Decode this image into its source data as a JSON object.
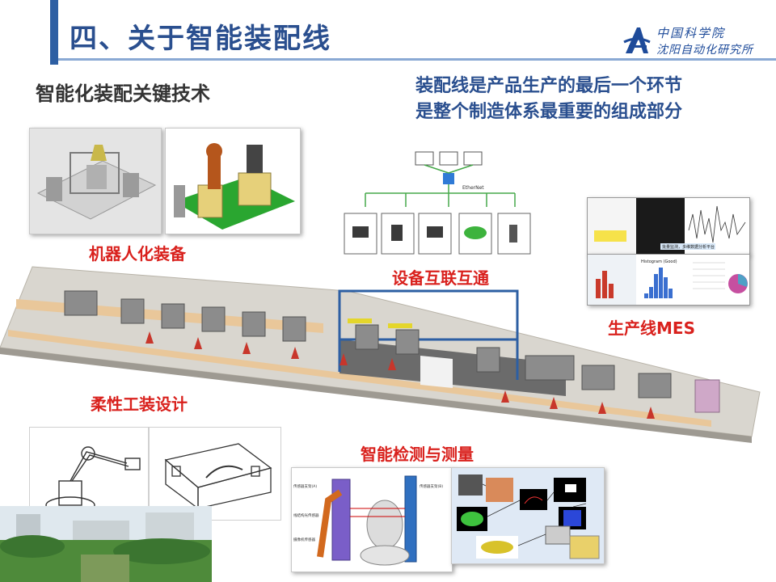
{
  "header": {
    "title": "四、关于智能装配线",
    "logo": {
      "line1": "中国科学院",
      "line2": "沈阳自动化研究所"
    }
  },
  "subtitles": {
    "left": "智能化装配关键技术",
    "right_line1": "装配线是产品生产的最后一个环节",
    "right_line2": "是整个制造体系最重要的组成部分"
  },
  "labels": {
    "robotic_equipment": "机器人化装备",
    "device_interconnect": "设备互联互通",
    "mes": "生产线MES",
    "flexible_tooling": "柔性工装设计",
    "smart_inspection": "智能检测与测量"
  },
  "diagram_labels": {
    "network_brand": "EtherNet",
    "sensor_bracket_a": "传感器支架(A)",
    "sensor_bracket_b": "传感器支架(B)",
    "support_sensor": "线结构光传感器",
    "camera_sensor": "摄像机传感器",
    "mes_banner": "批量监测，多维数据分析平台",
    "histogram_title": "Histogram (Good)"
  },
  "colors": {
    "title_blue": "#2a4f8f",
    "accent_red": "#d9211d",
    "rule_blue": "#8aa9d4"
  }
}
